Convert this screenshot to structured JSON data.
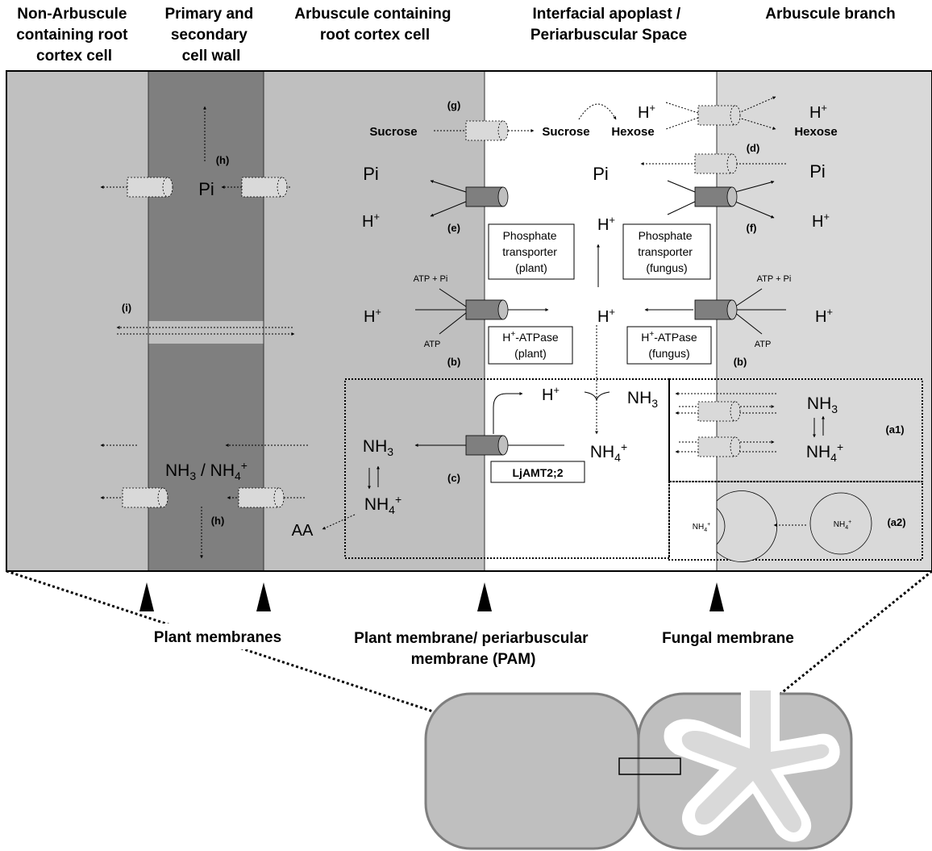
{
  "headers": {
    "non_arb_cell": [
      "Non-Arbuscule",
      "containing root",
      "cortex cell"
    ],
    "cell_wall": [
      "Primary and",
      "secondary",
      "cell wall"
    ],
    "arb_cell": [
      "Arbuscule containing",
      "root cortex cell"
    ],
    "apoplast": [
      "Interfacial apoplast /",
      "Periarbuscular Space"
    ],
    "arb_branch": [
      "Arbuscule branch"
    ]
  },
  "labels": {
    "g": "(g)",
    "h": "(h)",
    "d": "(d)",
    "e": "(e)",
    "f": "(f)",
    "i": "(i)",
    "b": "(b)",
    "c": "(c)",
    "a1": "(a1)",
    "a2": "(a2)"
  },
  "molecules": {
    "sucrose": "Sucrose",
    "hexose": "Hexose",
    "pi": "Pi",
    "h": "H",
    "plus": "+",
    "atp_pi": "ATP + Pi",
    "atp": "ATP",
    "nh": "NH",
    "sub3": "3",
    "sub4": "4",
    "slash": " / ",
    "aa": "AA"
  },
  "boxes": {
    "pt_plant": [
      "Phosphate",
      "transporter",
      "(plant)"
    ],
    "pt_fungus": [
      "Phosphate",
      "transporter",
      "(fungus)"
    ],
    "atpase_plant": [
      "-ATPase",
      "(plant)"
    ],
    "atpase_fungus": [
      "-ATPase",
      "(fungus)"
    ],
    "ljamt": "LjAMT2;2"
  },
  "footer": {
    "plant_membranes": "Plant membranes",
    "pam": [
      "Plant membrane/ periarbuscular",
      "membrane (PAM)"
    ],
    "fungal_membrane": "Fungal membrane"
  },
  "colors": {
    "non_arb_cell": "#c0c0c0",
    "cell_wall": "#7f7f7f",
    "arb_cell": "#bfbfbf",
    "apoplast": "#ffffff",
    "arb_branch": "#d9d9d9",
    "transporter_dark": "#7f7f7f",
    "transporter_light": "#d9d9d9"
  }
}
